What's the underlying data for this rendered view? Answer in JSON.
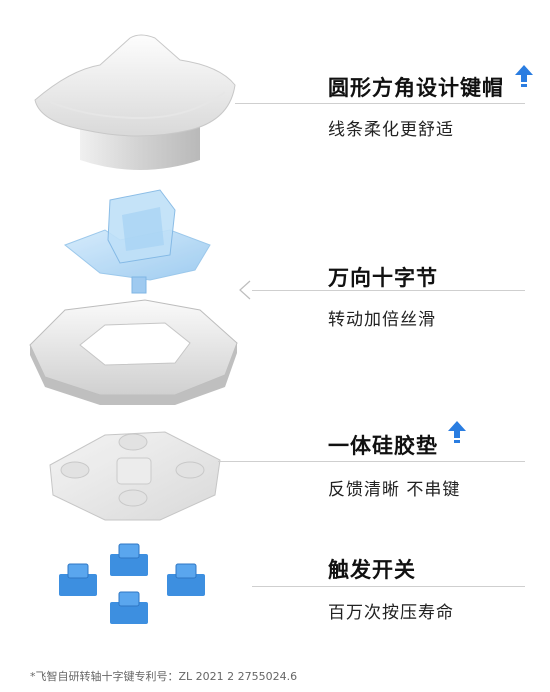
{
  "features": [
    {
      "title": "圆形方角设计键帽",
      "subtitle": "线条柔化更舒适",
      "upgrade_icon": "up-arrow-icon"
    },
    {
      "title": "万向十字节",
      "subtitle": "转动加倍丝滑"
    },
    {
      "title": "一体硅胶垫",
      "subtitle": "反馈清晰  不串键",
      "upgrade_icon": "up-arrow-icon"
    },
    {
      "title": "触发开关",
      "subtitle": "百万次按压寿命"
    }
  ],
  "footnote": "*飞智自研转轴十字键专利号：ZL 2021 2 2755024.6",
  "colors": {
    "accent_blue": "#2a7de1",
    "switch_blue": "#3d8fe0",
    "divider": "#cfcfcf"
  }
}
